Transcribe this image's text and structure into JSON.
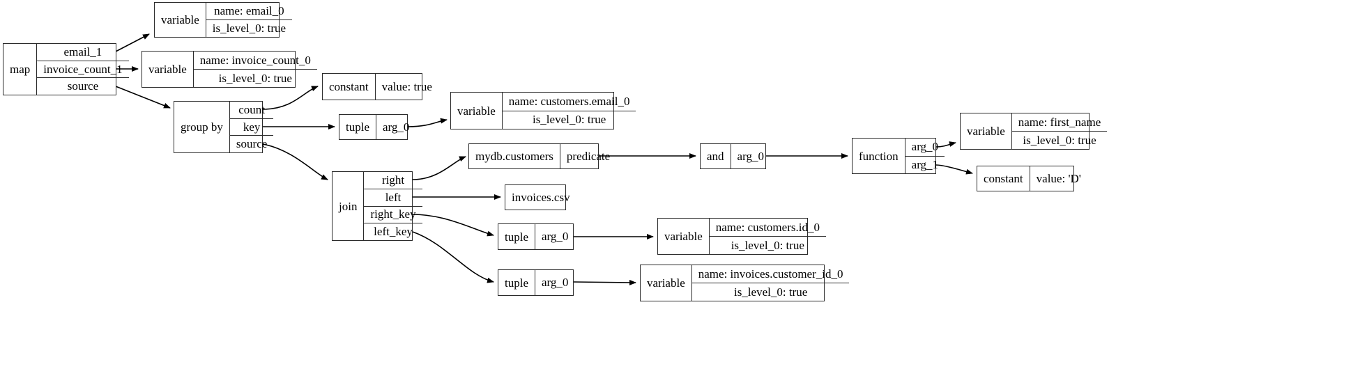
{
  "diagram": {
    "title": "query plan graph",
    "type": "directed-graph",
    "orientation": "left-to-right",
    "node_shape": "record",
    "stroke_color": "#2b2b2b",
    "fill_color": "#ffffff",
    "nodes": [
      {
        "id": "map",
        "label": "map",
        "rows": [
          "email_1",
          "invoice_count_1",
          "source"
        ]
      },
      {
        "id": "var_email0",
        "label": "variable",
        "rows": [
          "name: email_0",
          "is_level_0: true"
        ]
      },
      {
        "id": "var_invoicecount0",
        "label": "variable",
        "rows": [
          "name: invoice_count_0",
          "is_level_0: true"
        ]
      },
      {
        "id": "groupby",
        "label": "group by",
        "rows": [
          "count",
          "key",
          "source"
        ]
      },
      {
        "id": "const_true",
        "label": "constant",
        "rows": [
          "value: true"
        ]
      },
      {
        "id": "tuple_key",
        "label": "tuple",
        "rows": [
          "arg_0"
        ]
      },
      {
        "id": "var_customers_email",
        "label": "variable",
        "rows": [
          "name: customers.email_0",
          "is_level_0: true"
        ]
      },
      {
        "id": "join",
        "label": "join",
        "rows": [
          "right",
          "left",
          "right_key",
          "left_key"
        ]
      },
      {
        "id": "mydb_customers",
        "label": "mydb.customers",
        "rows": [
          "predicate"
        ]
      },
      {
        "id": "invoices_csv",
        "label": "invoices.csv",
        "rows": []
      },
      {
        "id": "and",
        "label": "and",
        "rows": [
          "arg_0"
        ]
      },
      {
        "id": "function",
        "label": "function",
        "rows": [
          "arg_0",
          "arg_1"
        ]
      },
      {
        "id": "var_first_name",
        "label": "variable",
        "rows": [
          "name: first_name",
          "is_level_0: true"
        ]
      },
      {
        "id": "const_d",
        "label": "constant",
        "rows": [
          "value: 'D'"
        ]
      },
      {
        "id": "tuple_rightkey",
        "label": "tuple",
        "rows": [
          "arg_0"
        ]
      },
      {
        "id": "var_customers_id",
        "label": "variable",
        "rows": [
          "name: customers.id_0",
          "is_level_0: true"
        ]
      },
      {
        "id": "tuple_leftkey",
        "label": "tuple",
        "rows": [
          "arg_0"
        ]
      },
      {
        "id": "var_invoices_cust",
        "label": "variable",
        "rows": [
          "name: invoices.customer_id_0",
          "is_level_0: true"
        ]
      }
    ],
    "edges": [
      {
        "from": "map",
        "from_port": "email_1",
        "to": "var_email0"
      },
      {
        "from": "map",
        "from_port": "invoice_count_1",
        "to": "var_invoicecount0"
      },
      {
        "from": "map",
        "from_port": "source",
        "to": "groupby"
      },
      {
        "from": "groupby",
        "from_port": "count",
        "to": "const_true"
      },
      {
        "from": "groupby",
        "from_port": "key",
        "to": "tuple_key"
      },
      {
        "from": "groupby",
        "from_port": "source",
        "to": "join"
      },
      {
        "from": "tuple_key",
        "from_port": "arg_0",
        "to": "var_customers_email"
      },
      {
        "from": "join",
        "from_port": "right",
        "to": "mydb_customers"
      },
      {
        "from": "join",
        "from_port": "left",
        "to": "invoices_csv"
      },
      {
        "from": "join",
        "from_port": "right_key",
        "to": "tuple_rightkey"
      },
      {
        "from": "join",
        "from_port": "left_key",
        "to": "tuple_leftkey"
      },
      {
        "from": "mydb_customers",
        "from_port": "predicate",
        "to": "and"
      },
      {
        "from": "and",
        "from_port": "arg_0",
        "to": "function"
      },
      {
        "from": "function",
        "from_port": "arg_0",
        "to": "var_first_name"
      },
      {
        "from": "function",
        "from_port": "arg_1",
        "to": "const_d"
      },
      {
        "from": "tuple_rightkey",
        "from_port": "arg_0",
        "to": "var_customers_id"
      },
      {
        "from": "tuple_leftkey",
        "from_port": "arg_0",
        "to": "var_invoices_cust"
      }
    ]
  },
  "labels": {
    "map": "map",
    "map_email_1": "email_1",
    "map_invoice_count_1": "invoice_count_1",
    "map_source": "source",
    "variable": "variable",
    "name_email_0": "name: email_0",
    "is_level_0_true": "is_level_0: true",
    "name_invoice_count_0": "name: invoice_count_0",
    "group_by": "group by",
    "count": "count",
    "key": "key",
    "source": "source",
    "constant": "constant",
    "value_true": "value: true",
    "tuple": "tuple",
    "arg_0": "arg_0",
    "arg_1": "arg_1",
    "name_customers_email_0": "name: customers.email_0",
    "join": "join",
    "right": "right",
    "left": "left",
    "right_key": "right_key",
    "left_key": "left_key",
    "mydb_customers": "mydb.customers",
    "predicate": "predicate",
    "invoices_csv": "invoices.csv",
    "and": "and",
    "function": "function",
    "name_first_name": "name: first_name",
    "value_d": "value: 'D'",
    "name_customers_id_0": "name: customers.id_0",
    "name_invoices_customer_id_0": "name: invoices.customer_id_0"
  }
}
